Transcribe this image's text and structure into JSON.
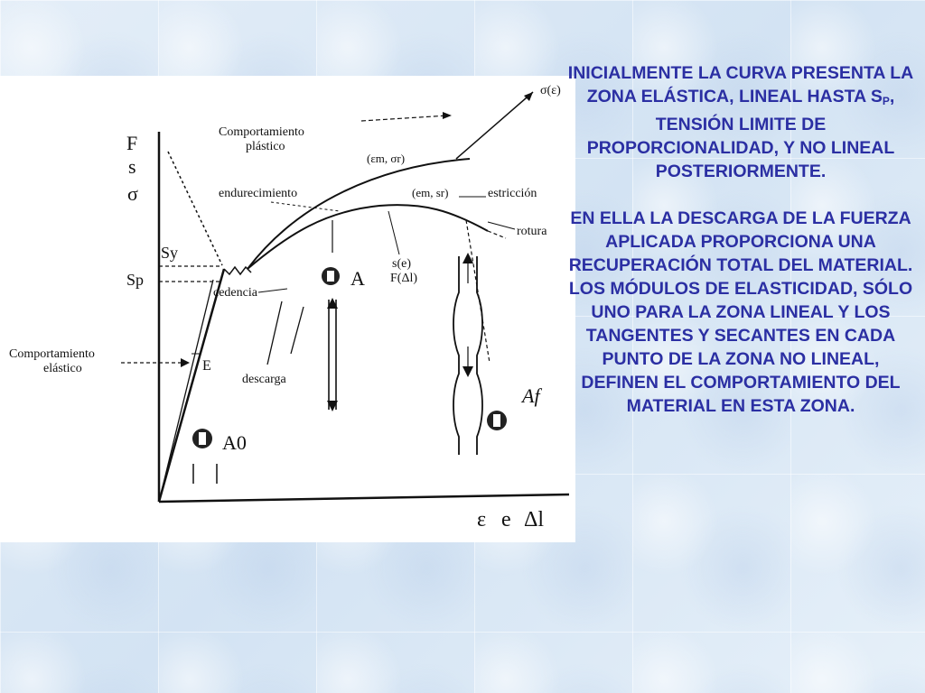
{
  "figure": {
    "y_axis_labels": [
      "F",
      "s",
      "σ"
    ],
    "x_axis_labels": [
      "ε",
      "e",
      "Δl"
    ],
    "sigma_eps": "σ(ε)",
    "comportamiento_plastico": [
      "Comportamiento",
      "plástico"
    ],
    "eps_sigma_r": "(εm, σr)",
    "e_s_r": "(em, sr)",
    "endurecimiento": "endurecimiento",
    "estriccion": "estricción",
    "rotura": "rotura",
    "sy": "Sy",
    "sp": "Sp",
    "cedencia": "cedencia",
    "s_e": "s(e)",
    "f_dl": "F(Δl)",
    "A": "A",
    "Af": "Af",
    "A0": "A0",
    "comportamiento_elastico": [
      "Comportamiento",
      "elástico"
    ],
    "E": "E",
    "descarga": "descarga"
  },
  "text": {
    "para1_a": "INICIALMENTE LA CURVA PRESENTA LA ZONA ELÁSTICA, LINEAL HASTA S",
    "para1_sub": "P",
    "para1_b": ", TENSIÓN LIMITE DE PROPORCIONALIDAD, Y NO LINEAL POSTERIORMENTE.",
    "para2": "EN ELLA LA DESCARGA DE LA FUERZA APLICADA PROPORCIONA UNA RECUPERACIÓN TOTAL DEL MATERIAL. LOS MÓDULOS DE ELASTICIDAD, SÓLO UNO PARA LA ZONA LINEAL Y LOS TANGENTES Y SECANTES EN CADA PUNTO DE LA ZONA NO LINEAL, DEFINEN EL COMPORTAMIENTO DEL MATERIAL EN ESTA ZONA."
  }
}
